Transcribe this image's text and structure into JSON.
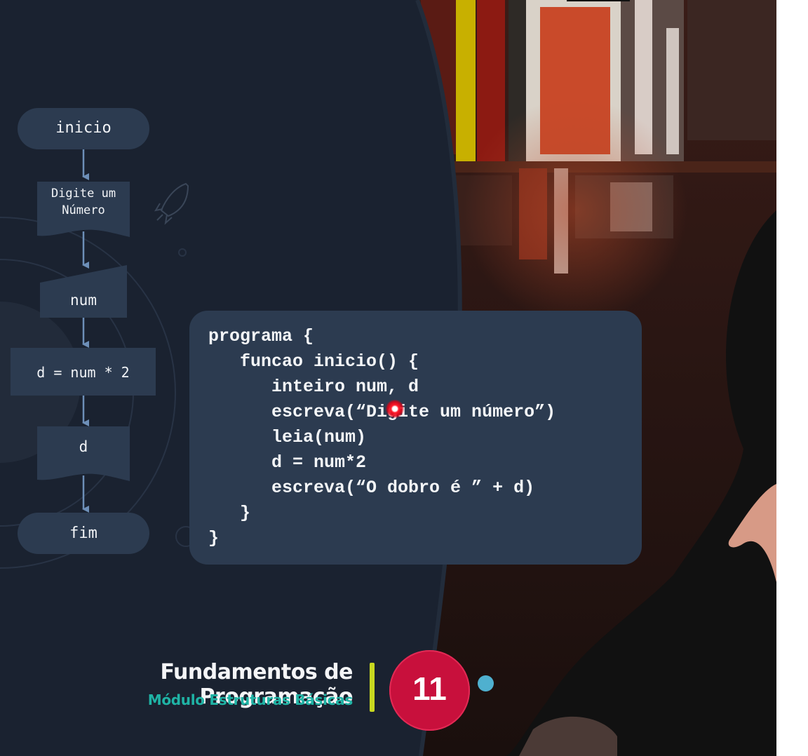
{
  "flowchart": {
    "start": "inicio",
    "display_prompt": "Digite um\nNúmero",
    "input_var": "num",
    "process": "d = num * 2",
    "output_var": "d",
    "end": "fim"
  },
  "code": {
    "lines": [
      "programa {",
      "   funcao inicio() {",
      "      inteiro num, d",
      "      escreva(“Digite um número”)",
      "      leia(num)",
      "      d = num*2",
      "      escreva(“O dobro é ” + d)",
      "   }",
      "}"
    ]
  },
  "footer": {
    "course_title": "Fundamentos de Programação",
    "module_subtitle": "Módulo Estruturas Básicas",
    "episode_number": "11"
  },
  "colors": {
    "background": "#1a2230",
    "panel": "#2c3b50",
    "arrow": "#6d8fb8",
    "accent_teal": "#1fb3a5",
    "accent_lime": "#c8d820",
    "badge_red": "#c8103c",
    "dot_blue": "#4fb0cf"
  }
}
